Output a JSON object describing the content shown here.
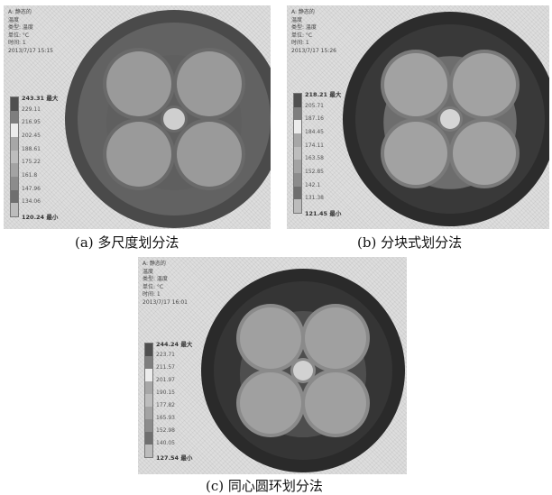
{
  "panels": [
    {
      "caption": "(a) 多尺度划分法",
      "info": [
        "A: 静态的",
        "温度",
        "类型: 温度",
        "单位: °C",
        "时间: 1",
        "2013/7/17 15:15"
      ],
      "legend": [
        "243.31 最大",
        "229.11",
        "216.95",
        "202.45",
        "188.61",
        "175.22",
        "161.8",
        "147.96",
        "134.06",
        "120.24 最小"
      ],
      "colors": {
        "frame": "#4a4a4a",
        "ring": "#626262",
        "center": "#5f5f5f",
        "holes": "#9a9a9a",
        "small_hole": "#cfcfcf",
        "halo": "#6a6a6a"
      }
    },
    {
      "caption": "(b) 分块式划分法",
      "info": [
        "A: 静态的",
        "温度",
        "类型: 温度",
        "单位: °C",
        "时间: 1",
        "2013/7/17 15:26"
      ],
      "legend": [
        "218.21 最大",
        "205.71",
        "187.16",
        "184.45",
        "174.11",
        "163.58",
        "152.85",
        "142.1",
        "131.38",
        "121.45 最小"
      ],
      "colors": {
        "frame": "#2c2c2c",
        "ring": "#393939",
        "center": "#6d6d6d",
        "holes": "#a2a2a2",
        "small_hole": "#d5d5d5",
        "halo": "#7a7a7a"
      }
    },
    {
      "caption": "(c) 同心圆环划分法",
      "info": [
        "A: 静态的",
        "温度",
        "类型: 温度",
        "单位: °C",
        "时间: 1",
        "2013/7/17 16:01"
      ],
      "legend": [
        "244.24 最大",
        "223.71",
        "211.57",
        "201.97",
        "190.15",
        "177.82",
        "165.93",
        "152.98",
        "140.05",
        "127.54 最小"
      ],
      "colors": {
        "frame": "#2a2a2a",
        "ring": "#353535",
        "center": "#4e4e4e",
        "holes": "#a0a0a0",
        "small_hole": "#d2d2d2",
        "halo": "#8a8a8a"
      }
    }
  ],
  "legend_shades": [
    "#4f4f4f",
    "#7e7e7e",
    "#ececec",
    "#a7a7a7",
    "#bdbdbd",
    "#a3a3a3",
    "#8c8c8c",
    "#6f6f6f",
    "#bcbcbc",
    "#555555"
  ]
}
